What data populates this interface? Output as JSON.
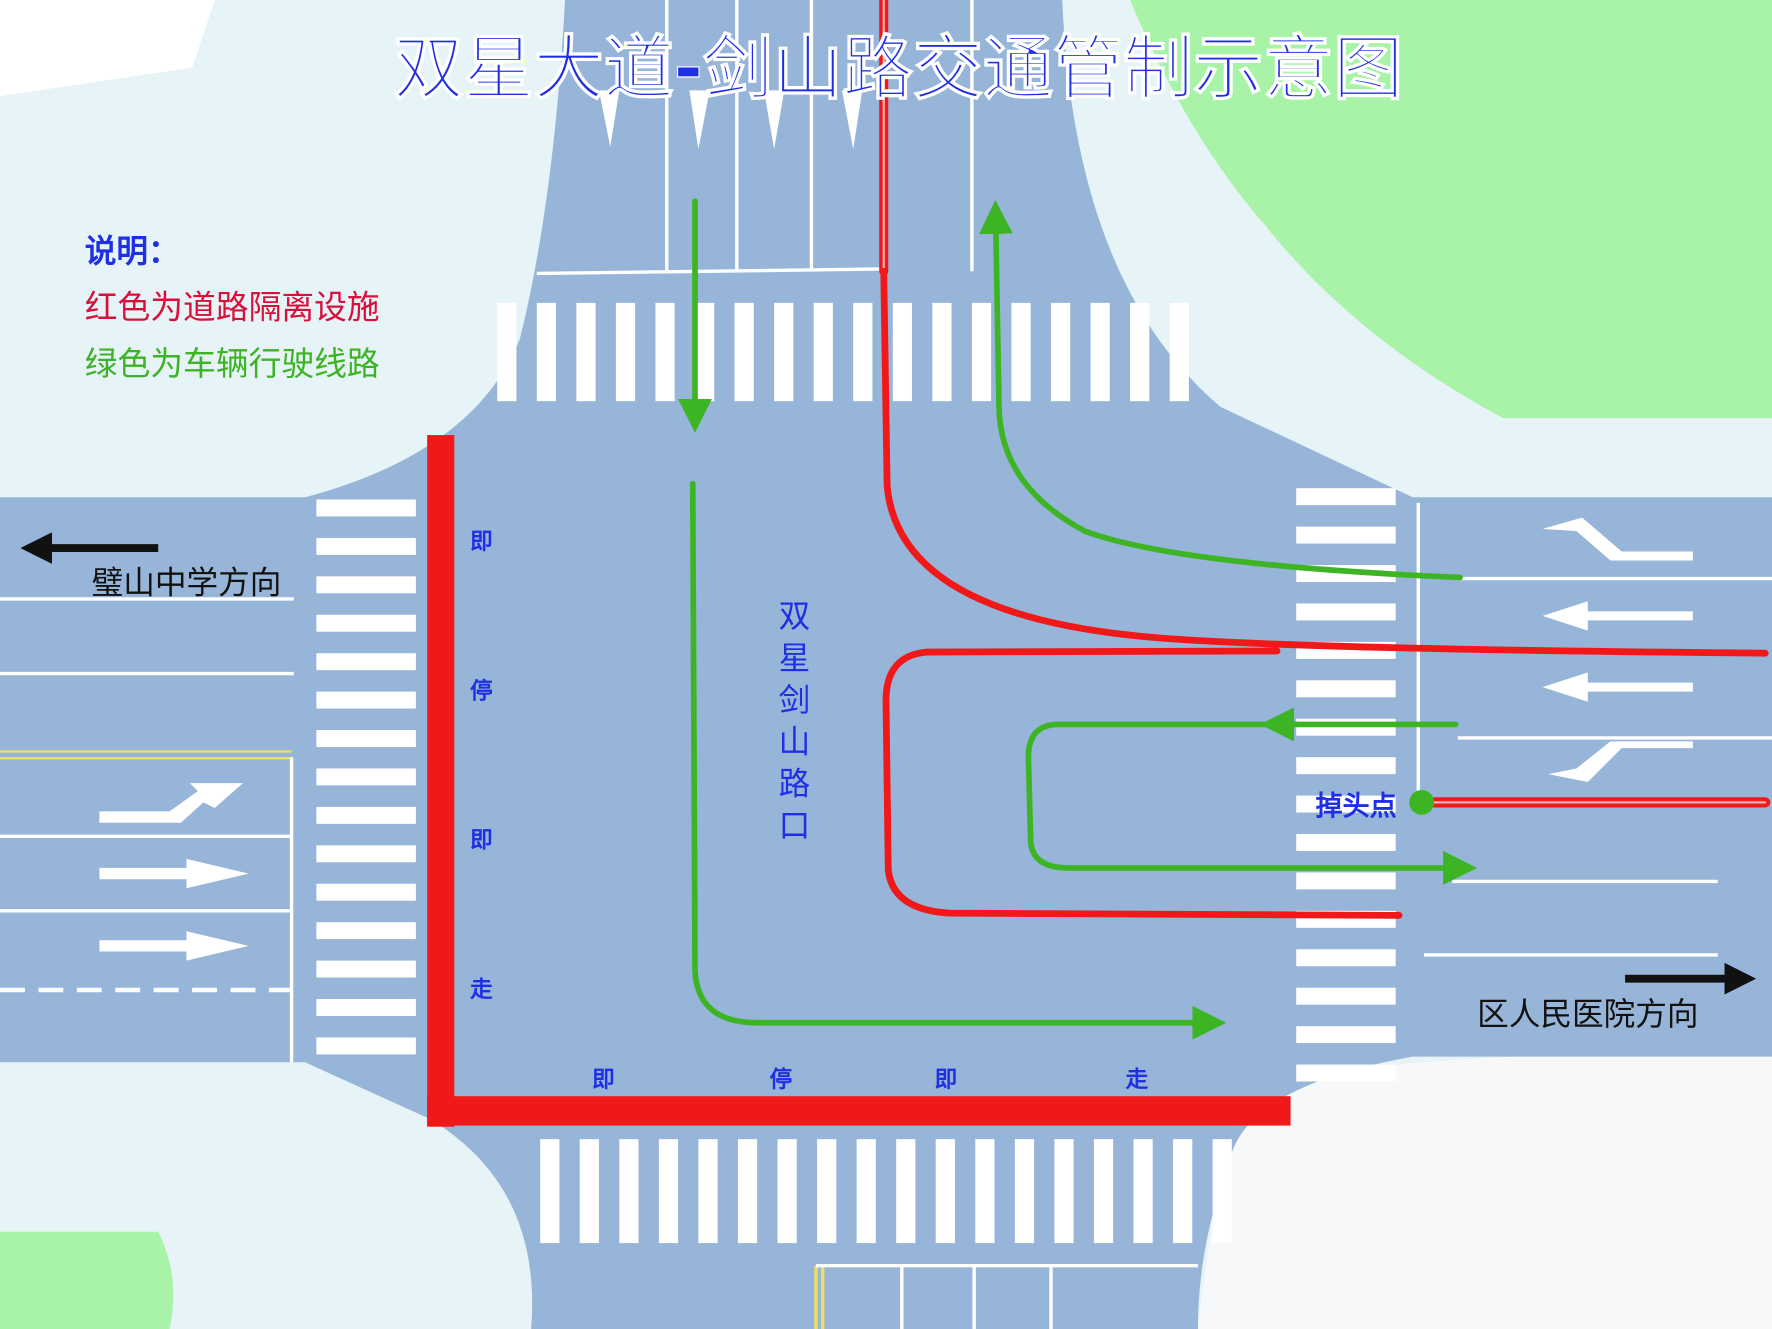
{
  "title": "双星大道-剑山路交通管制示意图",
  "legend": {
    "heading": "说明：",
    "red_line": "红色为道路隔离设施",
    "green_line": "绿色为车辆行驶线路"
  },
  "intersection_label": [
    "双",
    "星",
    "剑",
    "山",
    "路",
    "口"
  ],
  "stop_go_vertical": [
    "即",
    "停",
    "即",
    "走"
  ],
  "stop_go_horizontal": [
    "即",
    "停",
    "即",
    "走"
  ],
  "uturn_point": "掉头点",
  "direction_west": "璧山中学方向",
  "direction_east": "区人民医院方向",
  "colors": {
    "title": "#1f2fe6",
    "barrier": "#f01818",
    "route": "#3cb424",
    "road": "#97b5d8",
    "green_area": "#a8f3a8"
  }
}
